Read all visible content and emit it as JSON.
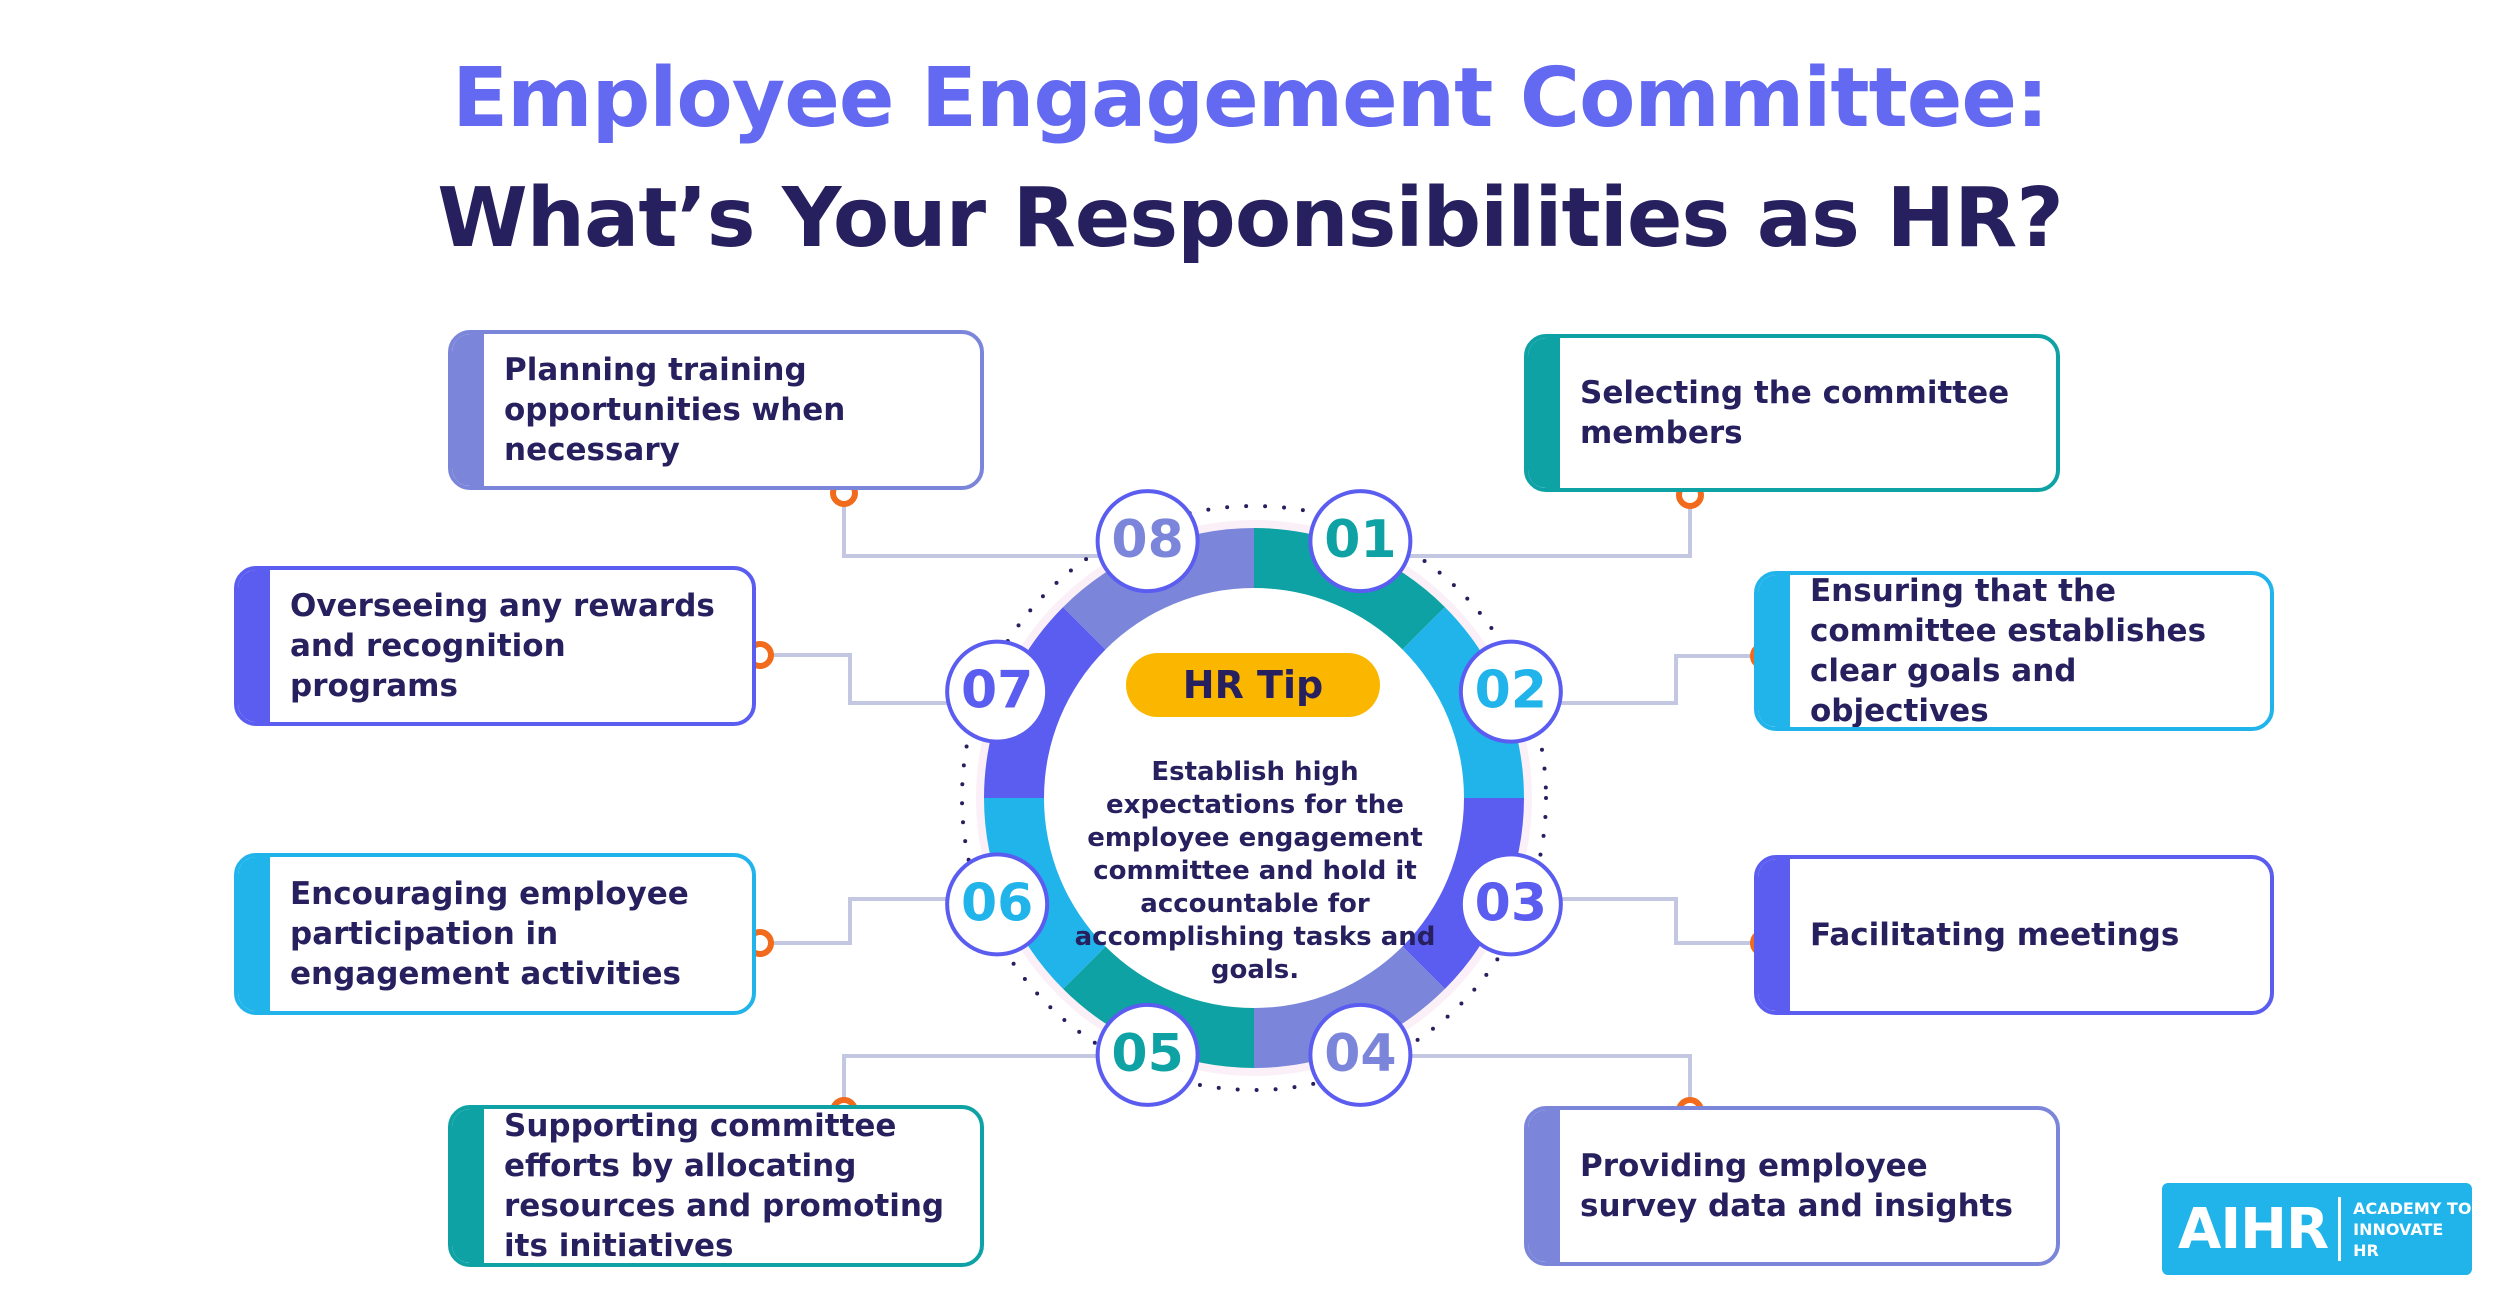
{
  "title": {
    "line1": "Employee Engagement Committee:",
    "line2": "What’s Your Responsibilities as HR?"
  },
  "center": {
    "badge": "HR Tip",
    "text": "Establish high expectations for the employee engagement committee and hold it accountable for accomplishing tasks and goals."
  },
  "steps": [
    {
      "number": "01",
      "label": "Selecting the committee members",
      "color": "#0fa2a5"
    },
    {
      "number": "02",
      "label": "Ensuring that the committee establishes clear goals and objectives",
      "color": "#20b4ea"
    },
    {
      "number": "03",
      "label": "Facilitating meetings",
      "color": "#5b5cf0"
    },
    {
      "number": "04",
      "label": "Providing employee survey data and insights",
      "color": "#7b86da"
    },
    {
      "number": "05",
      "label": "Supporting committee efforts by allocating resources and promoting its initiatives",
      "color": "#0fa2a5"
    },
    {
      "number": "06",
      "label": "Encouraging employee participation in engagement activities",
      "color": "#20b4ea"
    },
    {
      "number": "07",
      "label": "Overseeing any rewards and recognition programs",
      "color": "#5b5cf0"
    },
    {
      "number": "08",
      "label": "Planning training opportunities when necessary",
      "color": "#7b86da"
    }
  ],
  "logo": {
    "mark": "AIHR",
    "line1": "ACADEMY TO",
    "line2": "INNOVATE HR"
  },
  "colors": {
    "title_accent": "#6369f1",
    "title_dark": "#27205f",
    "connector": "#c3c7e2",
    "connector_dot": "#f26a1b",
    "tip_badge": "#fbb600",
    "logo_bg": "#20b4ea"
  }
}
